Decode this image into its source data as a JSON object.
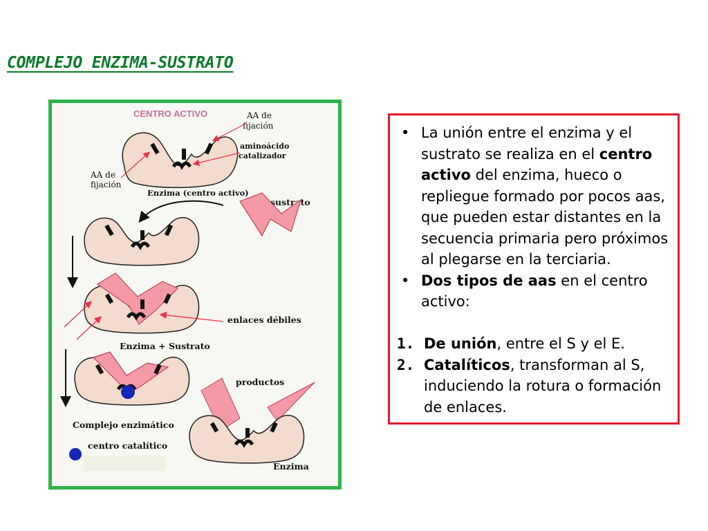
{
  "title": "COMPLEJO ENZIMA-SUSTRATO",
  "figure": {
    "labels": {
      "centro_activo": "CENTRO ACTIVO",
      "aa_fijacion_top_1": "AA de",
      "aa_fijacion_top_2": "fijación",
      "aa_fijacion_left_1": "AA de",
      "aa_fijacion_left_2": "fijación",
      "aminoacido_1": "aminoácido",
      "aminoacido_2": "catalizador",
      "enzima_centro": "Enzima (centro activo)",
      "sustrato": "sustrato",
      "enlaces": "enlaces débiles",
      "enzima_sustrato": "Enzima + Sustrato",
      "productos": "productos",
      "complejo": "Complejo enzimático",
      "centro_catalitico": "centro catalítico",
      "enzima": "Enzima"
    },
    "colors": {
      "enzyme": "#f3dccd",
      "substrate": "#f49aa7",
      "arrow": "#e8334a",
      "catalytic": "#1626b8",
      "frame": "#2db34a"
    }
  },
  "box": {
    "b1_pre": "La unión entre el enzima y el sustrato se realiza en el ",
    "b1_bold": "centro activo",
    "b1_post": " del enzima, hueco o repliegue formado por pocos aas, que pueden estar distantes en la secuencia primaria pero próximos al plegarse en la terciaria.",
    "b2_bold": "Dos tipos de aas",
    "b2_post": " en el centro activo:",
    "n1_marker": "1.",
    "n1_bold": "De unión",
    "n1_post": ", entre el S y el E.",
    "n2_marker": "2.",
    "n2_bold": "Catalíticos",
    "n2_post": ", transforman al S, induciendo la rotura o formación de enlaces."
  }
}
